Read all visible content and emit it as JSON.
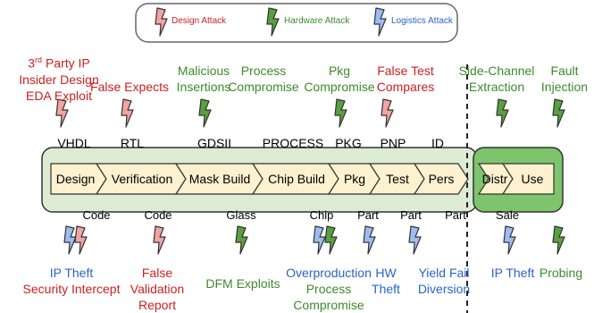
{
  "legend": {
    "design": {
      "label": "Design Attack",
      "color": "#cc1f1f"
    },
    "hardware": {
      "label": "Hardware Attack",
      "color": "#3e8a2a"
    },
    "logistics": {
      "label": "Logistics Attack",
      "color": "#2a63c9"
    }
  },
  "stages": [
    "Design",
    "Verification",
    "Mask Build",
    "Chip Build",
    "Pkg",
    "Test",
    "Pers",
    "Distr",
    "Use"
  ],
  "inputs": [
    "VHDL",
    "RTL",
    "GDSII",
    "PROCESS",
    "PKG",
    "PNP",
    "ID"
  ],
  "outputs": [
    "Code",
    "Code",
    "Glass",
    "Chip",
    "Part",
    "Part",
    "Part",
    "Sale"
  ],
  "top_attacks": {
    "design_l1": "3rd Party IP",
    "design_l2": "Insider Design",
    "design_l3": "EDA Exploit",
    "verification": "False Expects",
    "mask": "Malicious Insertions",
    "chip": "Process Compromise",
    "pkg": "Pkg Compromise",
    "test": "False Test Compares",
    "distr": "Side-Channel Extraction",
    "use": "Fault Injection"
  },
  "bottom_attacks": {
    "design_l1": "IP Theft",
    "design_l2": "Security Intercept",
    "verification": "False Validation Report",
    "mask": "DFM Exploits",
    "chip_l1": "Overproduction",
    "chip_l2": "Process Compromise",
    "pkg": "HW Theft",
    "test": "Yield Fail Diversion",
    "distr": "IP Theft",
    "use": "Probing"
  },
  "colors": {
    "design": "#cc1f1f",
    "hardware": "#3e8a2a",
    "logistics": "#2a63c9",
    "bolt_red": "#f2a3a3",
    "bolt_green": "#58a040",
    "bolt_blue": "#9dbdf0",
    "band_fill": "#dcebd3",
    "band_fill_dark": "#7ec46c",
    "chevron_fill": "#fdf1cf"
  }
}
